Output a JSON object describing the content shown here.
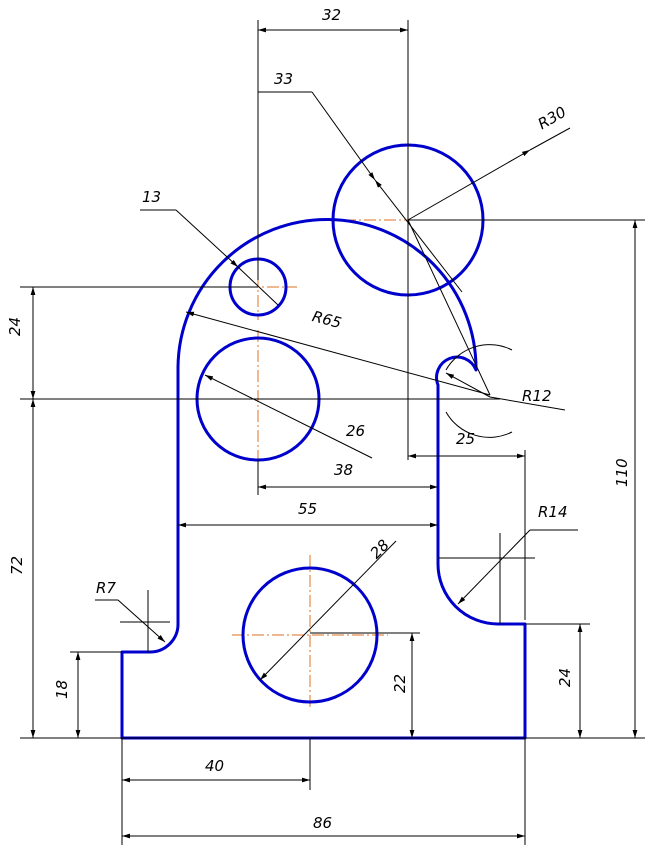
{
  "dimensions": {
    "top_width": "32",
    "hole_small_dia": "13",
    "hole_top_dia": "33",
    "big_radius": "R30",
    "r65": "R65",
    "left_offset": "24",
    "r12": "R12",
    "hole_mid_dia": "26",
    "offset_25": "25",
    "offset_38": "38",
    "width_55": "55",
    "r14": "R14",
    "height_72": "72",
    "r7": "R7",
    "hole_bottom_dia": "28",
    "height_18": "18",
    "height_22": "22",
    "height_24": "24",
    "height_110": "110",
    "width_40": "40",
    "width_86": "86"
  }
}
